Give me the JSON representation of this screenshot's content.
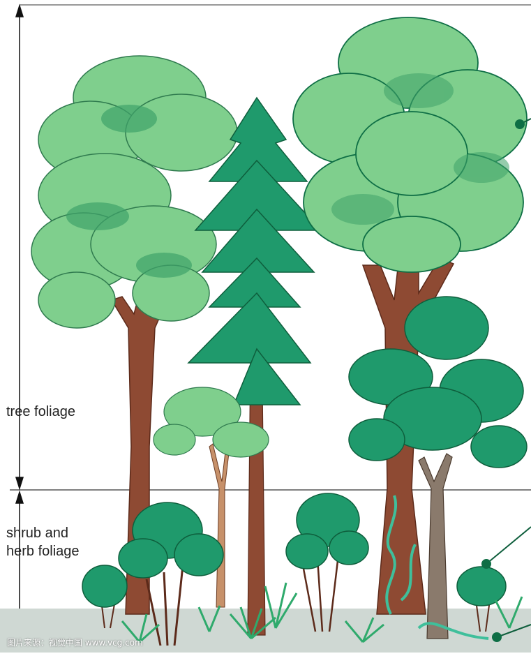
{
  "labels": {
    "tree_foliage": "tree foliage",
    "shrub_herb_line1": "shrub and",
    "shrub_herb_line2": "herb foliage"
  },
  "watermark": "图片来源：视觉中国 www.vcg.com",
  "colors": {
    "light_leaf": "#7fcf8d",
    "mid_leaf": "#3fa36a",
    "teal_leaf": "#1f9a6c",
    "dark_leaf": "#0e6e45",
    "trunk": "#8e4a33",
    "trunk_dark": "#5c2a1a",
    "ground": "#cfd8d3",
    "vine": "#3fbf9b"
  }
}
